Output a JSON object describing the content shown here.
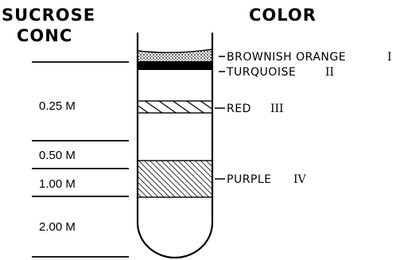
{
  "headers": {
    "concentration_line1": "SUCROSE",
    "concentration_line2": "CONC",
    "color": "COLOR"
  },
  "layers": [
    {
      "concentration": "0.25 M"
    },
    {
      "concentration": "0.50 M"
    },
    {
      "concentration": "1.00 M"
    },
    {
      "concentration": "2.00 M"
    }
  ],
  "bands": [
    {
      "name": "BROWNISH ORANGE",
      "numeral": "I",
      "fill": "stipple"
    },
    {
      "name": "TURQUOISE",
      "numeral": "II",
      "fill": "solid-black"
    },
    {
      "name": "RED",
      "numeral": "III",
      "fill": "diagonal-hatch-wide"
    },
    {
      "name": "PURPLE",
      "numeral": "IV",
      "fill": "diagonal-hatch-dense"
    }
  ]
}
